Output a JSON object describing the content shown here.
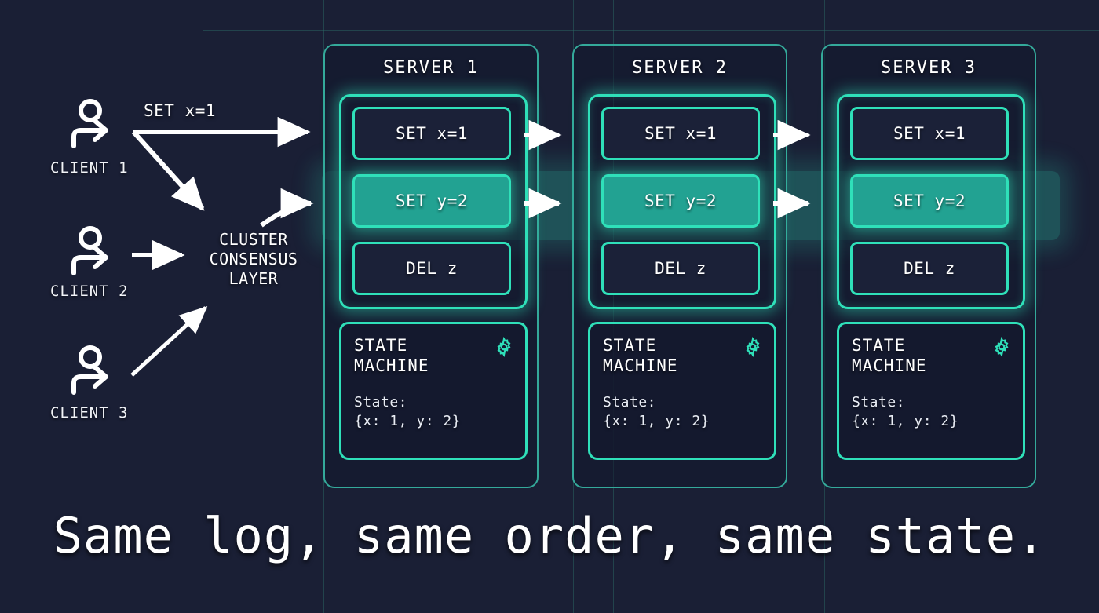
{
  "theme": {
    "background": "#1a1f35",
    "accent": "#2fe0b9",
    "accent_dim": "#34a99a",
    "highlight_fill": "#22a292",
    "text": "#ffffff",
    "grid": "#2c6e68"
  },
  "clients": [
    {
      "label": "CLIENT 1",
      "icon": "person-icon"
    },
    {
      "label": "CLIENT 2",
      "icon": "person-icon"
    },
    {
      "label": "CLIENT 3",
      "icon": "person-icon"
    }
  ],
  "edge_label": "SET x=1",
  "consensus": {
    "line1": "CLUSTER",
    "line2": "CONSENSUS",
    "line3": "LAYER"
  },
  "servers": [
    {
      "title": "SERVER 1",
      "log": [
        {
          "text": "SET x=1",
          "highlighted": false
        },
        {
          "text": "SET y=2",
          "highlighted": true
        },
        {
          "text": "DEL z",
          "highlighted": false
        }
      ],
      "state_machine": {
        "title_line1": "STATE",
        "title_line2": "MACHINE",
        "icon": "gear-icon",
        "state_label": "State:",
        "state_value": "{x: 1, y: 2}"
      }
    },
    {
      "title": "SERVER 2",
      "log": [
        {
          "text": "SET x=1",
          "highlighted": false
        },
        {
          "text": "SET y=2",
          "highlighted": true
        },
        {
          "text": "DEL z",
          "highlighted": false
        }
      ],
      "state_machine": {
        "title_line1": "STATE",
        "title_line2": "MACHINE",
        "icon": "gear-icon",
        "state_label": "State:",
        "state_value": "{x: 1, y: 2}"
      }
    },
    {
      "title": "SERVER 3",
      "log": [
        {
          "text": "SET x=1",
          "highlighted": false
        },
        {
          "text": "SET y=2",
          "highlighted": true
        },
        {
          "text": "DEL z",
          "highlighted": false
        }
      ],
      "state_machine": {
        "title_line1": "STATE",
        "title_line2": "MACHINE",
        "icon": "gear-icon",
        "state_label": "State:",
        "state_value": "{x: 1, y: 2}"
      }
    }
  ],
  "caption": "Same log, same order, same state."
}
